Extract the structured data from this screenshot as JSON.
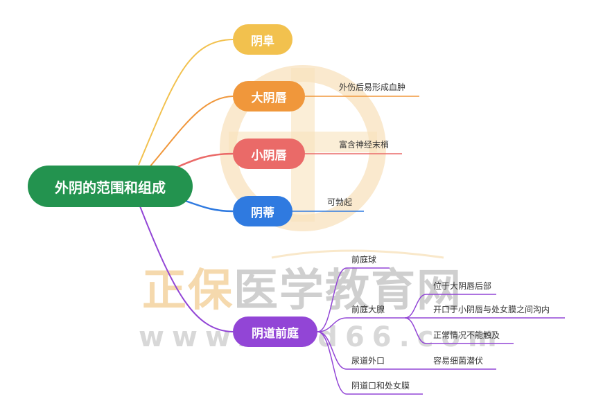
{
  "root": {
    "label": "外阴的范围和组成",
    "color": "#23934f"
  },
  "branches": [
    {
      "label": "阴阜",
      "color": "#f2c14e"
    },
    {
      "label": "大阴唇",
      "color": "#f0973b",
      "note": "外伤后易形成血肿"
    },
    {
      "label": "小阴唇",
      "color": "#ea6a68",
      "note": "富含神经末梢"
    },
    {
      "label": "阴蒂",
      "color": "#2f7ae0",
      "note": "可勃起"
    },
    {
      "label": "阴道前庭",
      "color": "#9245d6"
    }
  ],
  "vestibule": {
    "children": [
      "前庭球",
      "前庭大腺",
      "尿道外口",
      "阴道口和处女膜"
    ],
    "gland_notes": [
      "位于大阴唇后部",
      "开口于小阴唇与处女膜之间沟内",
      "正常情况不能触及"
    ],
    "urethra_note": "容易细菌潜伏"
  },
  "watermark": {
    "name_part1": "正保",
    "name_part2": "医学教育网",
    "url": "www.med66.com"
  }
}
